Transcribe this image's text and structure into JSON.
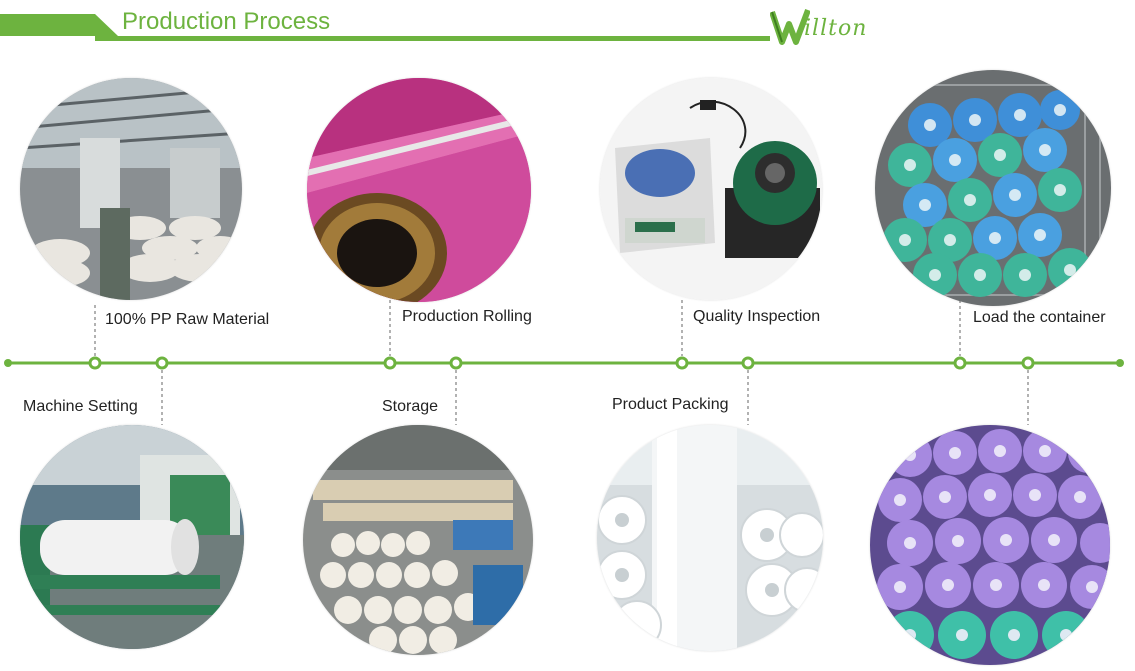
{
  "header": {
    "title": "Production Process",
    "brand": "illton"
  },
  "colors": {
    "accent": "#6db33f",
    "text": "#222222"
  },
  "steps": [
    {
      "label": "100% PP Raw Material"
    },
    {
      "label": "Production Rolling"
    },
    {
      "label": "Quality Inspection"
    },
    {
      "label": "Load the container"
    },
    {
      "label": "Machine Setting"
    },
    {
      "label": "Storage"
    },
    {
      "label": "Product Packing"
    }
  ]
}
